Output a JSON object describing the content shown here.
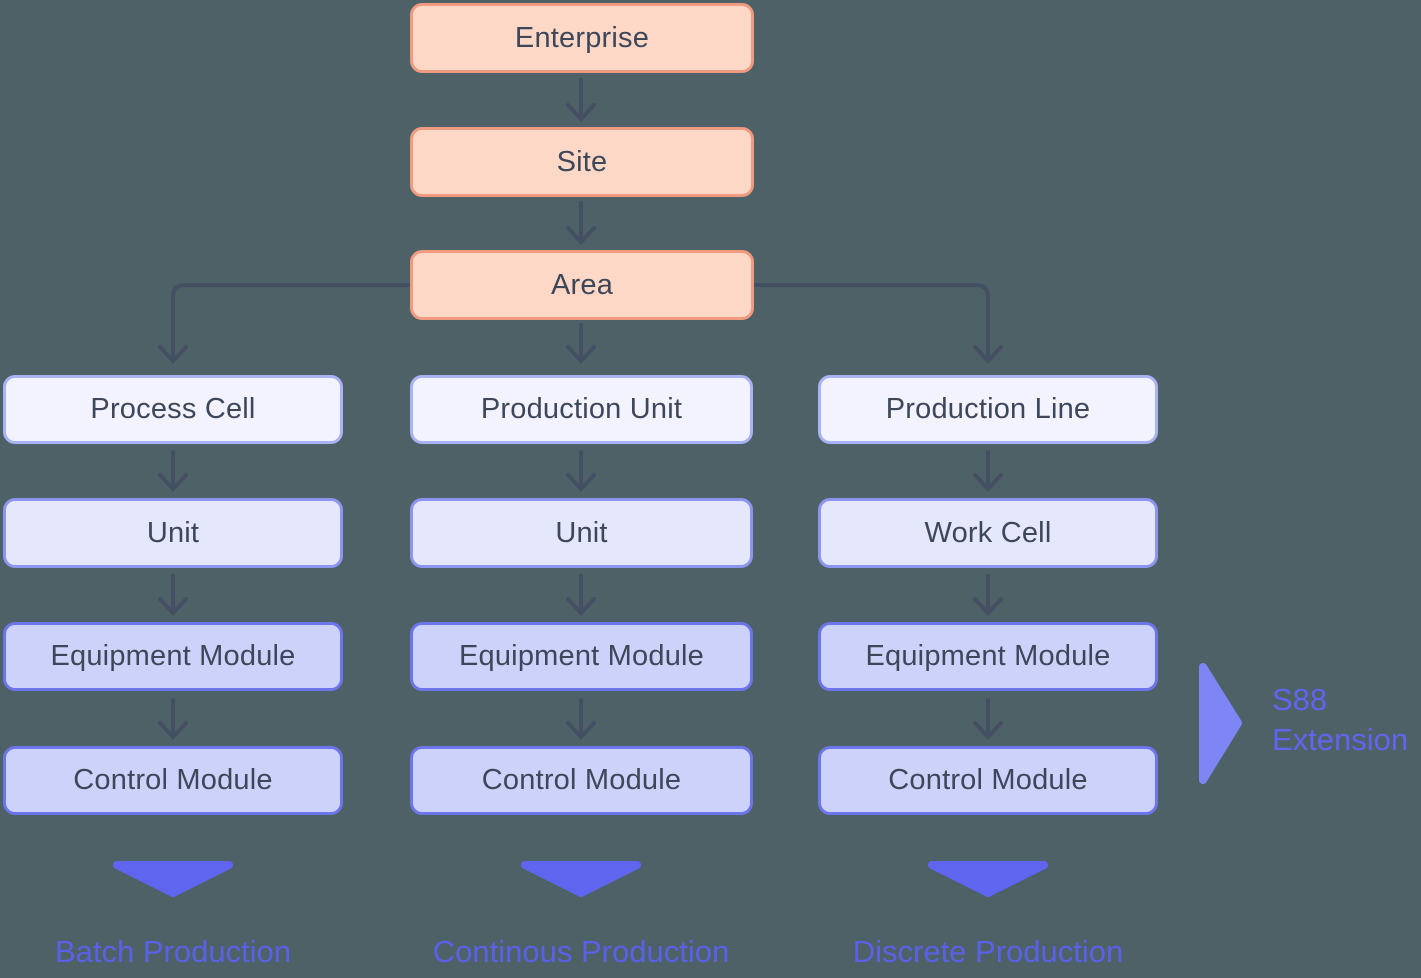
{
  "colors": {
    "background": "#4d6166",
    "connector": "#454f63",
    "top_chain_fill": "#fdd8c6",
    "top_chain_border": "#f09b80",
    "box_text": "#3e4759",
    "row1_fill": "#f2f3fe",
    "row1_border": "#a9b2f3",
    "row2_fill": "#e5e7fc",
    "row2_border": "#8d95f0",
    "row3_fill": "#ccd2fa",
    "row3_border": "#6c75e9",
    "down_triangle": "#6065ef",
    "footer_text": "#5a61e9",
    "annotation_triangle": "#7d86f4",
    "annotation_text": "#6065f0"
  },
  "top_chain": [
    {
      "label": "Enterprise"
    },
    {
      "label": "Site"
    },
    {
      "label": "Area"
    }
  ],
  "columns": [
    {
      "boxes": [
        "Process Cell",
        "Unit",
        "Equipment Module",
        "Control Module"
      ],
      "footer": "Batch Production"
    },
    {
      "boxes": [
        "Production Unit",
        "Unit",
        "Equipment Module",
        "Control Module"
      ],
      "footer": "Continous Production"
    },
    {
      "boxes": [
        "Production Line",
        "Work Cell",
        "Equipment Module",
        "Control Module"
      ],
      "footer": "Discrete Production"
    }
  ],
  "annotation": {
    "line1": "S88",
    "line2": "Extension"
  }
}
